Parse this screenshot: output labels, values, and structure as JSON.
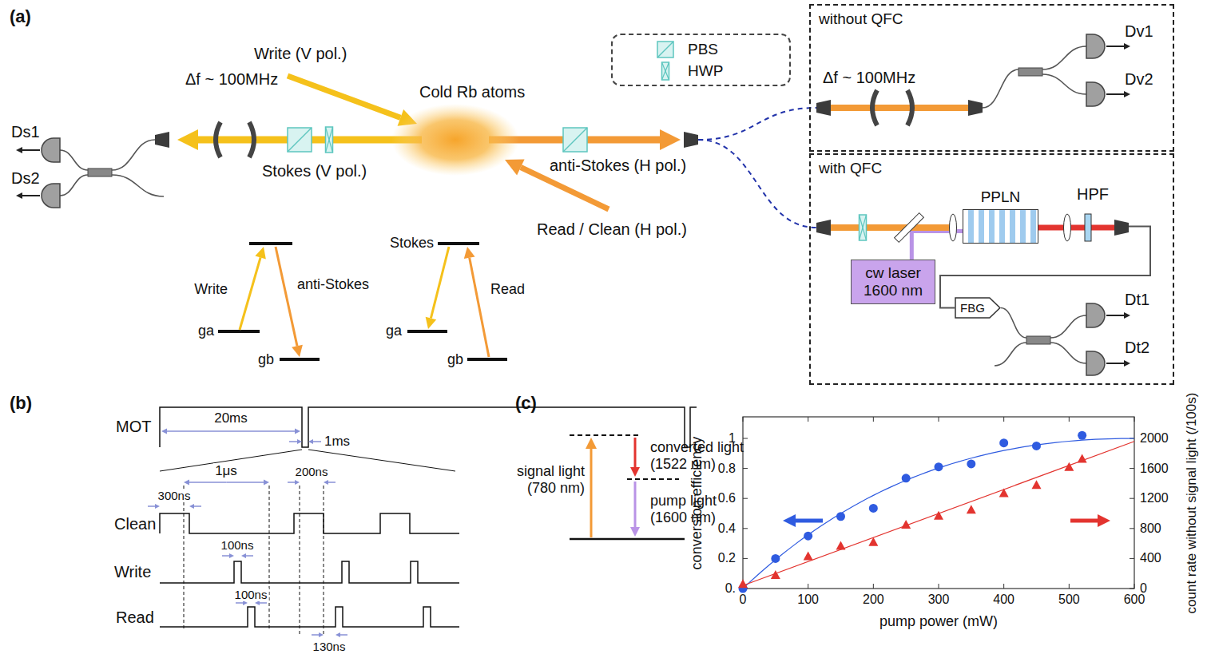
{
  "diagram": {
    "nodes": [
      {
        "text": [
          "without QFC"
        ]
      },
      {
        "text": [
          "with QFC"
        ]
      },
      {
        "text": [
          "PPLN"
        ],
        "in": 1
      },
      {
        "text": [
          "cw laser 1600 nm"
        ],
        "in": 1
      },
      {
        "text": [
          "FBG"
        ],
        "in": 1
      }
    ],
    "edges": [
      {
        "from": 3,
        "to": 2,
        "arrow": "none"
      },
      {
        "from": 2,
        "to": 4,
        "arrow": "none"
      }
    ],
    "labels": [
      "(a)",
      "Write (V pol.)",
      "Cold Rb atoms",
      "Δf ~ 100MHz",
      "Ds1",
      "Ds2",
      "Stokes (V pol.)",
      "anti-Stokes (H pol.)",
      "Read / Clean (H pol.)",
      "Write",
      "anti-Stokes",
      "ga",
      "gb",
      "Stokes",
      "Read",
      "ga",
      "gb",
      "Δf ~ 100MHz",
      "Dv1",
      "Dv2",
      "HPF",
      "Dt1",
      "Dt2",
      "(b)",
      "MOT",
      "20ms",
      "1ms",
      "1μs",
      "300ns",
      "Clean",
      "100ns",
      "Write",
      "200ns",
      "100ns",
      "Read",
      "130ns",
      "(c)",
      "signal light (780 nm)",
      "converted light (1522 nm)",
      "pump light (1600 nm)",
      "conversion efficiency",
      "count rate without signal light (/100s)",
      "pump power (mW)",
      "0.",
      "0.2",
      "0.4",
      "0.6",
      "0.8",
      "1",
      "0",
      "400",
      "800",
      "1200",
      "1600",
      "2000",
      "0",
      "100",
      "200",
      "300",
      "400",
      "500",
      "600"
    ],
    "legend": [
      {
        "text": "PBS"
      },
      {
        "text": "HWP"
      }
    ]
  }
}
